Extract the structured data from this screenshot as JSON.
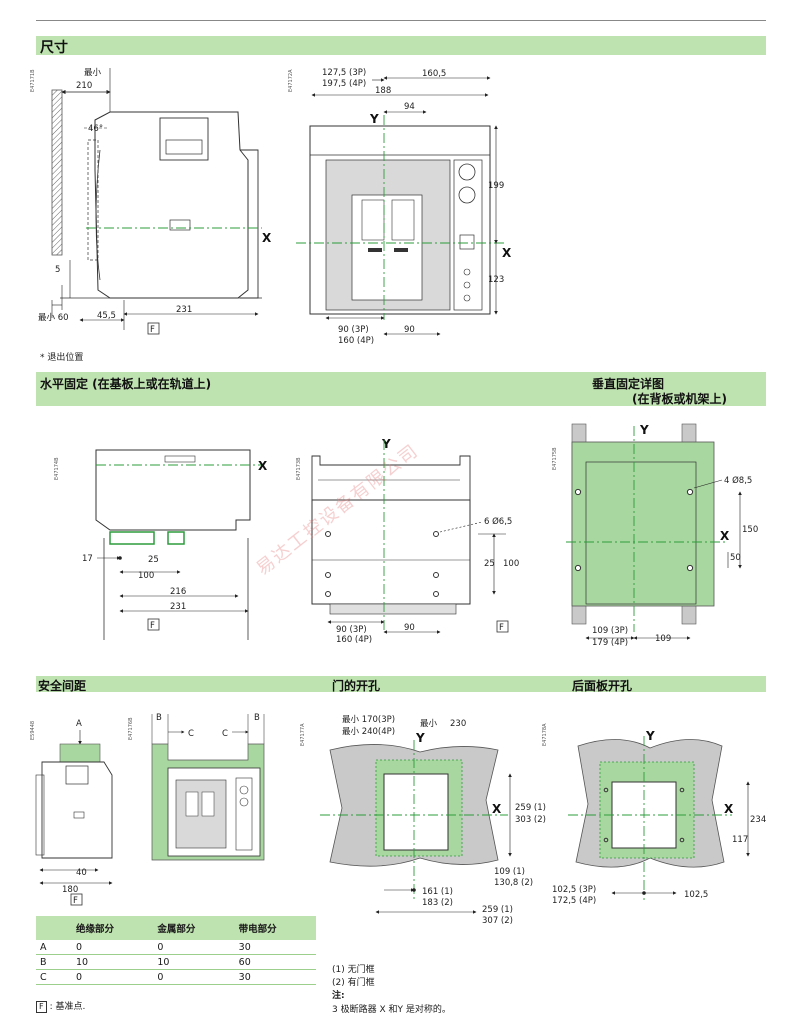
{
  "sections": {
    "dimensions": "尺寸",
    "horizontal": "水平固定 (在基板上或在轨道上)",
    "vertical_line1": "垂直固定详图",
    "vertical_line2": "(在背板或机架上)",
    "safety": "安全间距",
    "door": "门的开孔",
    "rear": "后面板开孔"
  },
  "codes": {
    "c1": "E47171B",
    "c2": "E47172A",
    "c3": "E47174B",
    "c4": "E47173B",
    "c5": "E47175B",
    "c6": "E59448",
    "c7": "E47176B",
    "c8": "E47177A",
    "c9": "E47178A"
  },
  "fig1": {
    "min_label": "最小",
    "d210": "210",
    "d46": "46°",
    "d5": "5",
    "min60": "最小 60",
    "d45_5": "45,5",
    "d231": "231",
    "x_axis": "X",
    "f": "F"
  },
  "footnote_star": "*  退出位置",
  "fig2": {
    "d127_3p": "127,5 (3P)",
    "d197_4p": "197,5 (4P)",
    "d160_5": "160,5",
    "d188": "188",
    "d94": "94",
    "d199": "199",
    "d123": "123",
    "d90_3p": "90 (3P)",
    "d160_4p": "160 (4P)",
    "d90": "90",
    "y_axis": "Y",
    "x_axis": "X"
  },
  "fig3": {
    "d17": "17",
    "d25": "25",
    "d100": "100",
    "d216": "216",
    "d231": "231",
    "x_axis": "X",
    "f": "F"
  },
  "fig4": {
    "hole": "6 Ø6,5",
    "d25": "25",
    "d100": "100",
    "d90_3p": "90 (3P)",
    "d160_4p": "160 (4P)",
    "d90": "90",
    "y_axis": "Y",
    "f": "F"
  },
  "fig5": {
    "hole": "4 Ø8,5",
    "d150": "150",
    "d50": "50",
    "d109_3p": "109 (3P)",
    "d179_4p": "179 (4P)",
    "d109": "109",
    "y_axis": "Y",
    "x_axis": "X"
  },
  "fig6": {
    "a": "A",
    "d40": "40",
    "d180": "180",
    "f": "F"
  },
  "fig7": {
    "b1": "B",
    "c1": "C",
    "c2": "C",
    "b2": "B"
  },
  "fig8": {
    "min170": "最小 170(3P)",
    "min240": "最小 240(4P)",
    "min": "最小",
    "d230": "230",
    "d259_1": "259 (1)",
    "d303_2": "303 (2)",
    "d109_1": "109 (1)",
    "d130_2": "130,8 (2)",
    "d161_1": "161 (1)",
    "d183_2": "183 (2)",
    "d259b_1": "259 (1)",
    "d307_2": "307 (2)",
    "y_axis": "Y",
    "x_axis": "X"
  },
  "fig9": {
    "d234": "234",
    "d117": "117",
    "d102_3p": "102,5 (3P)",
    "d172_4p": "172,5 (4P)",
    "d102_5": "102,5",
    "y_axis": "Y",
    "x_axis": "X"
  },
  "table": {
    "headers": [
      "",
      "绝缘部分",
      "金属部分",
      "带电部分"
    ],
    "rows": [
      [
        "A",
        "0",
        "0",
        "30"
      ],
      [
        "B",
        "10",
        "10",
        "60"
      ],
      [
        "C",
        "0",
        "0",
        "30"
      ]
    ]
  },
  "notes": {
    "n1": "(1) 无门框",
    "n2": "(2) 有门框",
    "n3": "注:",
    "n4": "3 极断路器 X 和Y 是对称的。"
  },
  "ref_point_label": "F",
  "ref_point_text": ": 基准点.",
  "watermark": "易达工控设备有限公司",
  "colors": {
    "section_bar": "#bfe3b0",
    "panel_fill": "#a9d7a0",
    "grey_fill": "#c9c9c9",
    "axis_green": "#2d9c3c"
  }
}
